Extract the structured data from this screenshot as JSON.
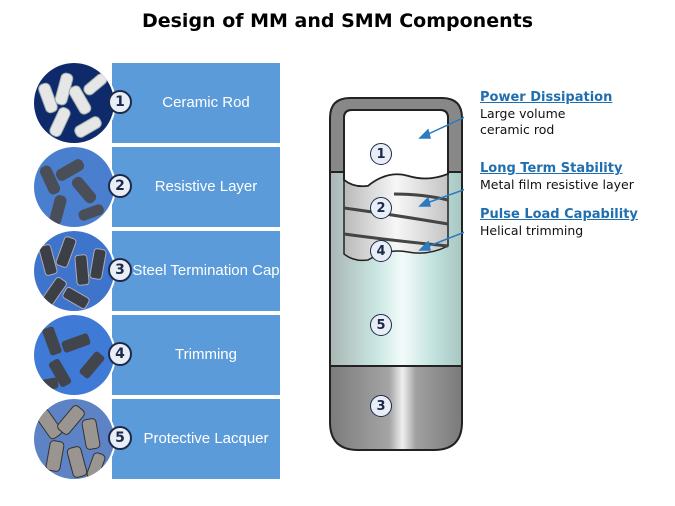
{
  "title": "Design of MM and SMM Components",
  "steps": [
    {
      "number": "1",
      "label": "Ceramic Rod",
      "photo": "white-ceramic-rods"
    },
    {
      "number": "2",
      "label": "Resistive Layer",
      "photo": "gray-coated-rods"
    },
    {
      "number": "3",
      "label": "Steel Termination Cap",
      "photo": "capped-rods"
    },
    {
      "number": "4",
      "label": "Trimming",
      "photo": "trimmed-rods"
    },
    {
      "number": "5",
      "label": "Protective Lacquer",
      "photo": "lacquered-resistors"
    }
  ],
  "diagram": {
    "markers": [
      "1",
      "2",
      "4",
      "5",
      "3"
    ]
  },
  "callouts": [
    {
      "heading": "Power Dissipation",
      "lines": [
        "Large volume",
        "ceramic rod"
      ]
    },
    {
      "heading": "Long Term Stability",
      "lines": [
        "Metal film resistive layer"
      ]
    },
    {
      "heading": "Pulse Load Capability",
      "lines": [
        "Helical trimming"
      ]
    }
  ],
  "colors": {
    "panel": "#5b9bd9",
    "callout_heading": "#1f6fb0",
    "badge_border": "#1b2a4a"
  }
}
